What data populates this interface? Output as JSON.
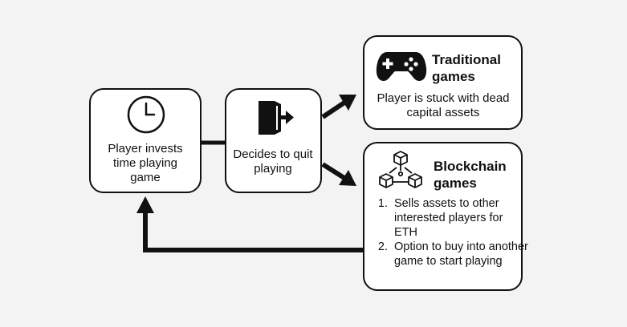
{
  "colors": {
    "background": "#f3f3f3",
    "box": "#ffffff",
    "stroke": "#111111"
  },
  "player_box": {
    "icon": "clock-icon",
    "text": "Player invests time playing game"
  },
  "quit_box": {
    "icon": "exit-door-icon",
    "text": "Decides to quit playing"
  },
  "traditional_box": {
    "icon": "gamepad-icon",
    "title": "Traditional games",
    "text": "Player is stuck with dead capital assets"
  },
  "blockchain_box": {
    "icon": "blockchain-cubes-icon",
    "title": "Blockchain games",
    "steps": [
      "Sells assets to other interested players for ETH",
      "Option to buy into another game to start playing"
    ]
  }
}
